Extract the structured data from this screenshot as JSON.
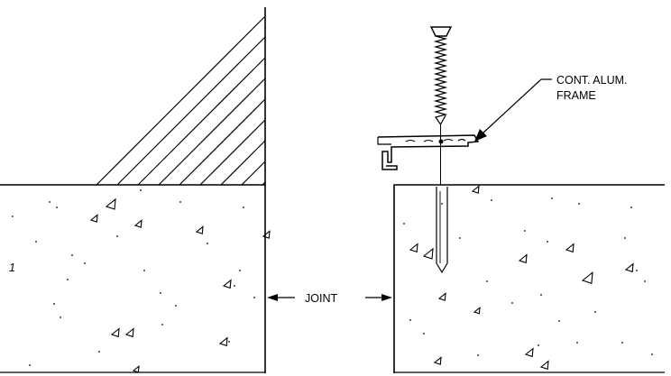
{
  "labels": {
    "frame_line1": "CONT. ALUM.",
    "frame_line2": "FRAME",
    "joint": "JOINT",
    "stray_mark": "1"
  },
  "colors": {
    "line": "#000000",
    "background": "#ffffff"
  },
  "icons": {
    "screw": "screw-icon",
    "arrow": "arrowhead-icon"
  }
}
